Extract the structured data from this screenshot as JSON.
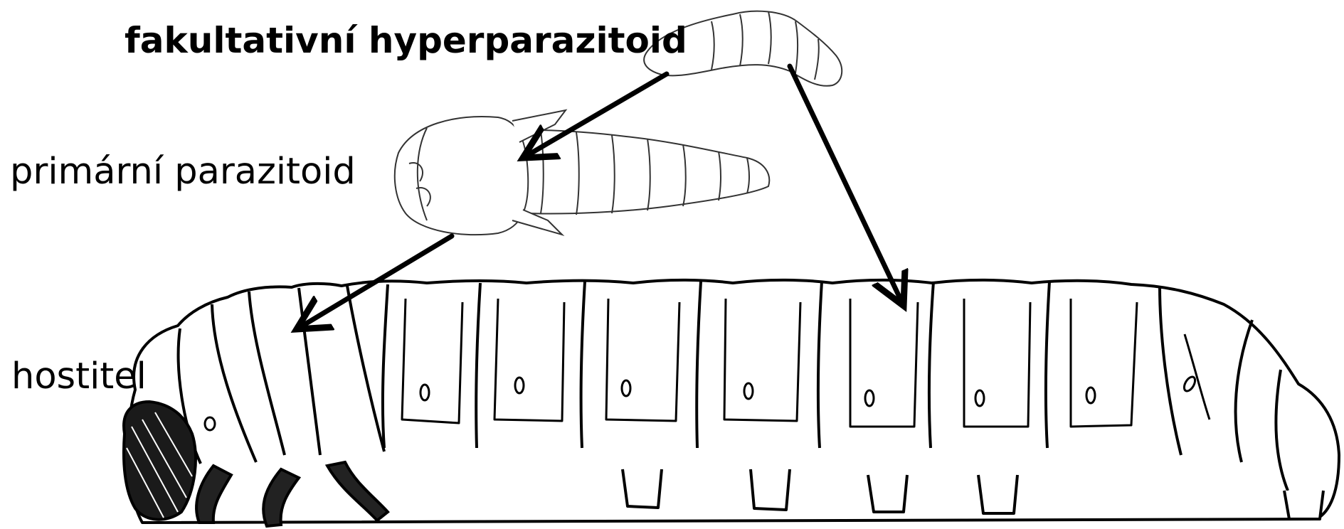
{
  "labels": {
    "hyperparasitoid": "fakultativní hyperparazitoid",
    "primary_parasitoid": "primární parazitoid",
    "host": "hostitel"
  },
  "colors": {
    "ink": "#000000",
    "background": "#ffffff"
  }
}
